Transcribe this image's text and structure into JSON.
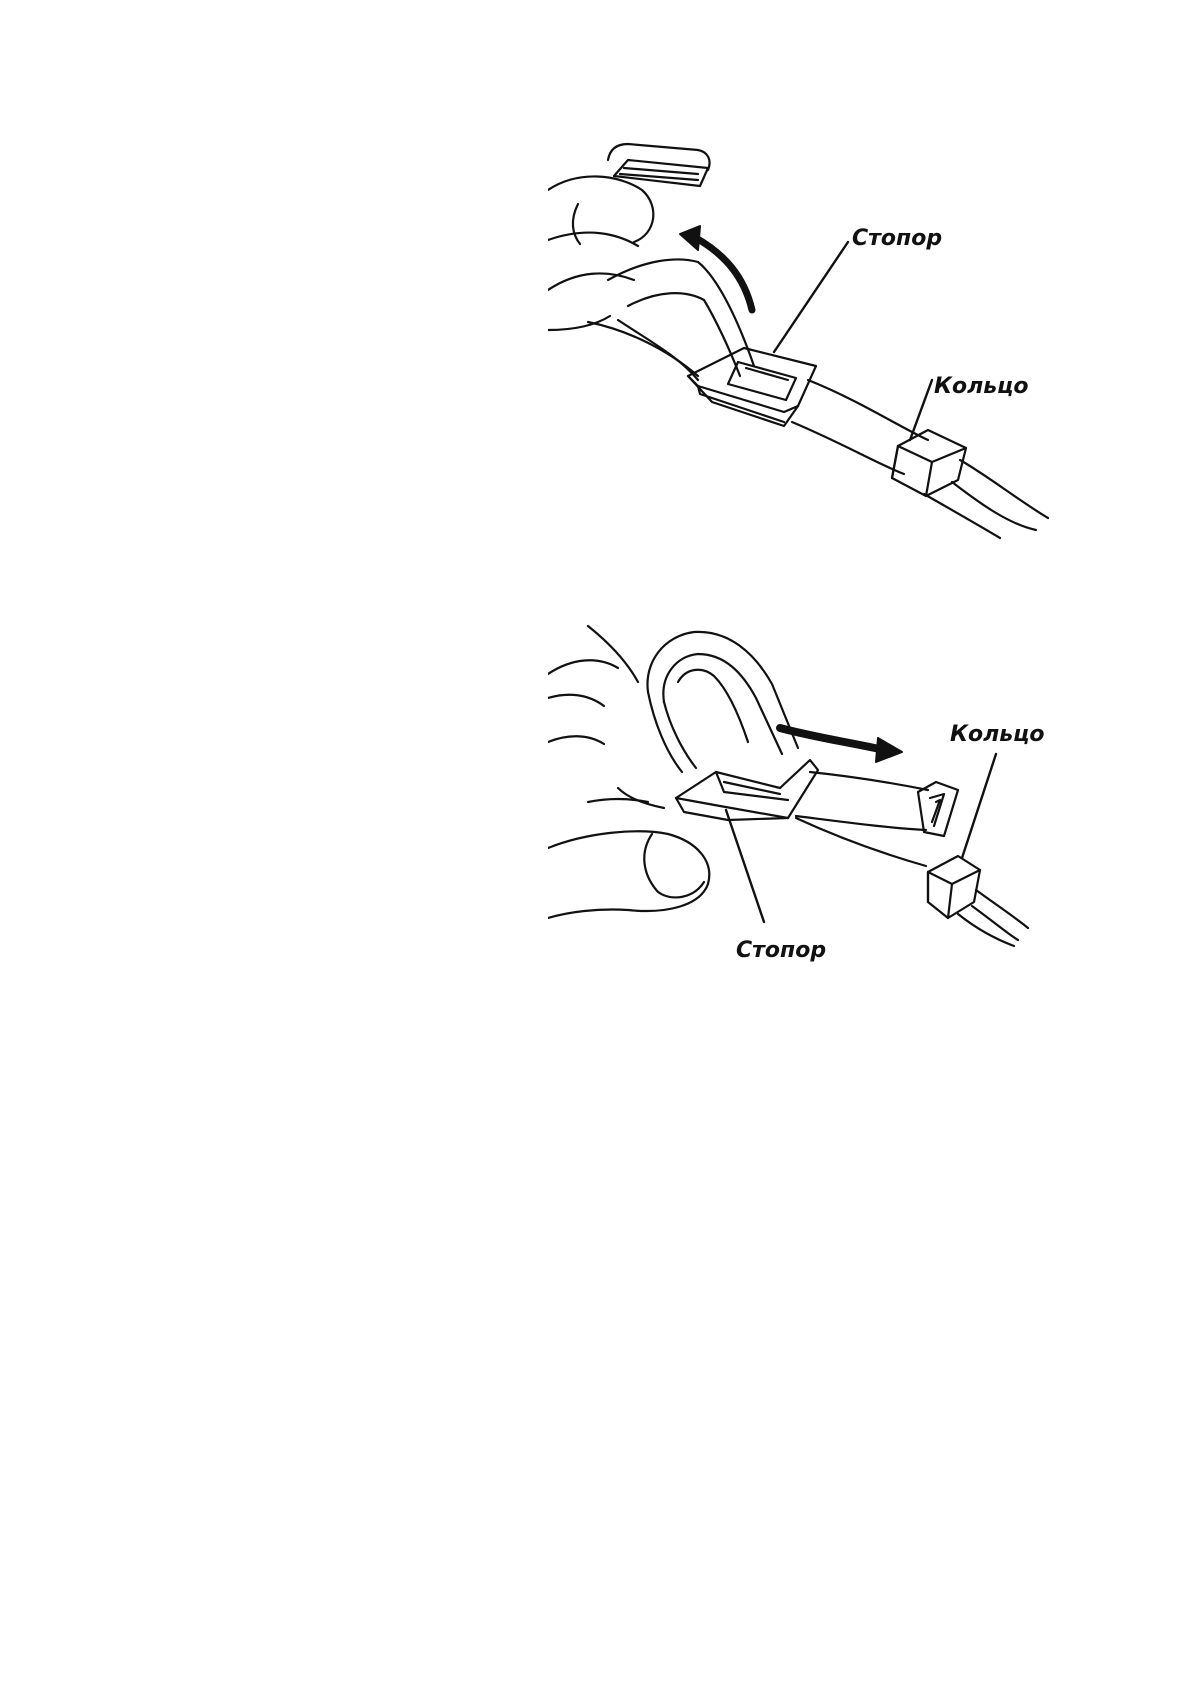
{
  "figures": {
    "top": {
      "label_stopper": "Стопор",
      "label_ring": "Кольцо"
    },
    "bottom": {
      "label_stopper": "Стопор",
      "label_ring": "Кольцо"
    }
  }
}
